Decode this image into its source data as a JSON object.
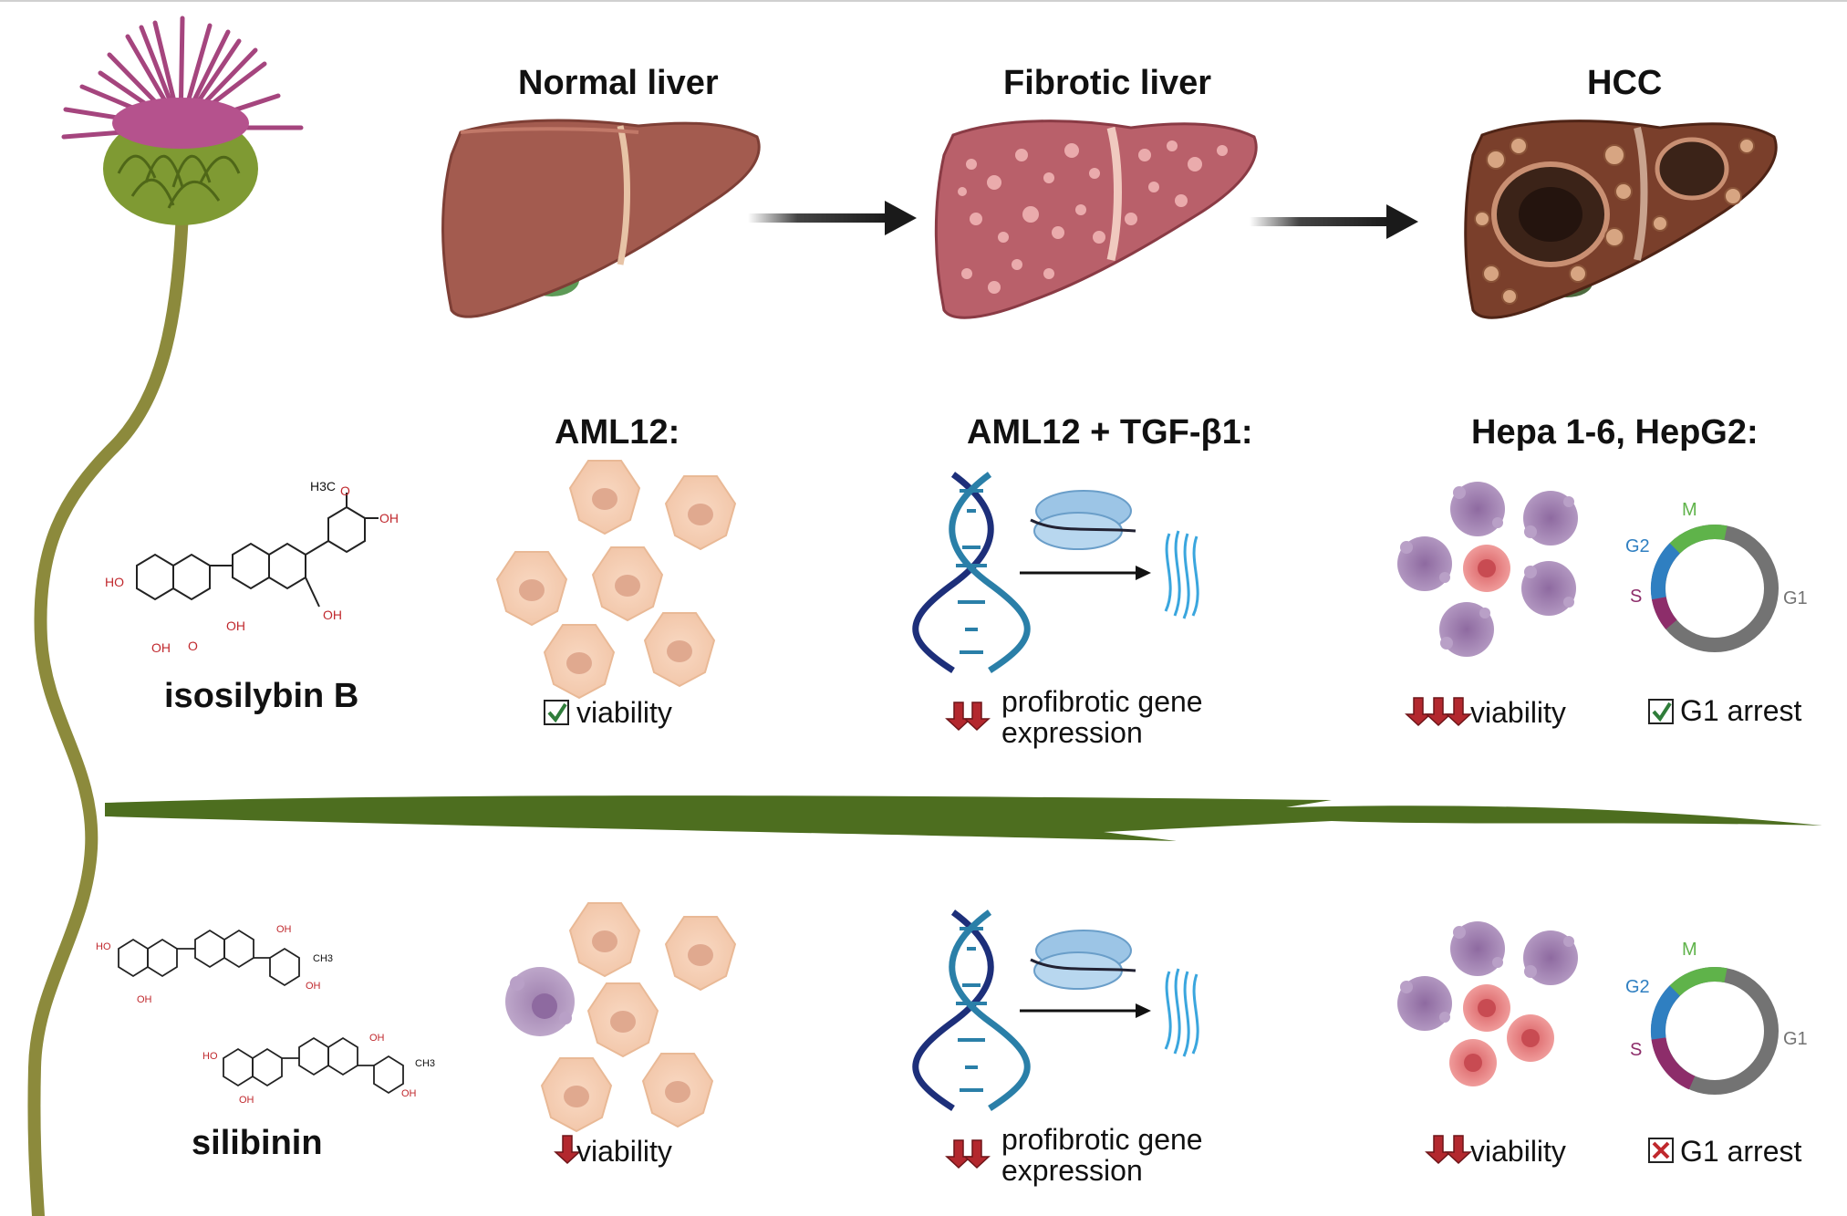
{
  "stages": [
    "Normal liver",
    "Fibrotic  liver",
    "HCC"
  ],
  "cell_models": [
    "AML12:",
    "AML12 + TGF-β1:",
    "Hepa 1-6, HepG2:"
  ],
  "compounds": {
    "top": {
      "name": "isosilybin B",
      "viability": "viability",
      "gene": [
        "profibrotic gene",
        "expression"
      ],
      "hcc_viability": "viability",
      "arrest": "G1 arrest",
      "arrest_status": "check"
    },
    "bottom": {
      "name": "silibinin",
      "viability": "viability",
      "gene": [
        "profibrotic gene",
        "expression"
      ],
      "hcc_viability": "viability",
      "arrest": "G1 arrest",
      "arrest_status": "cross"
    }
  },
  "cycle_labels": [
    "M",
    "G2",
    "S",
    "G1"
  ],
  "chem": {
    "ho": "HO",
    "oh": "OH",
    "o": "O",
    "h3c": "H3C",
    "ch3": "CH3"
  },
  "colors": {
    "stem": "#8c8a3c",
    "divider": "#4d6e1f",
    "M": "#5fb34a",
    "G2": "#2f7fc1",
    "S": "#8d2d6a",
    "G1": "#737373",
    "down_arrow": "#b3282e",
    "check": "#2f7d3a",
    "cross": "#c0282d"
  }
}
